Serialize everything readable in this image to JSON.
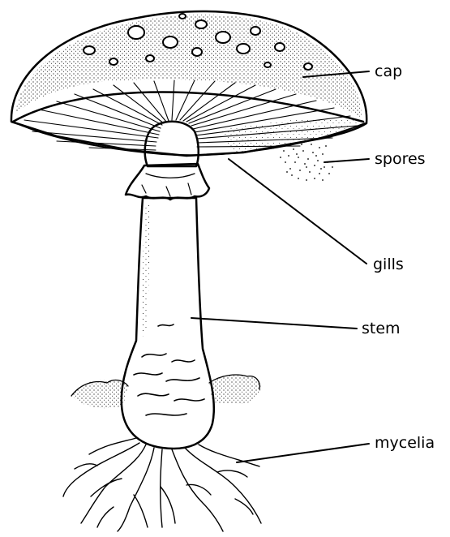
{
  "diagram": {
    "labels": {
      "cap": "cap",
      "spores": "spores",
      "gills": "gills",
      "stem": "stem",
      "mycelia": "mycelia"
    }
  }
}
